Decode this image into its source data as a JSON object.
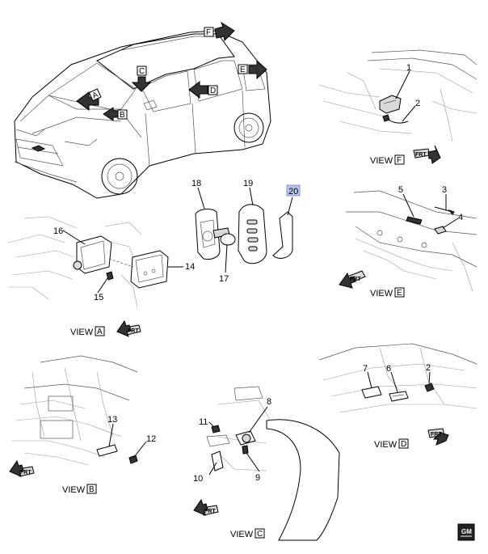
{
  "callouts": [
    "1",
    "2",
    "3",
    "4",
    "5",
    "6",
    "7",
    "8",
    "9",
    "10",
    "11",
    "12",
    "13",
    "14",
    "15",
    "16",
    "17",
    "18",
    "19",
    "20"
  ],
  "view_word": "VIEW",
  "view_letters": [
    "A",
    "B",
    "C",
    "D",
    "E",
    "F"
  ],
  "frt_label": "FRT",
  "logo_text": "GM",
  "colors": {
    "line": "#000000",
    "highlight": "#b8c6f0"
  }
}
